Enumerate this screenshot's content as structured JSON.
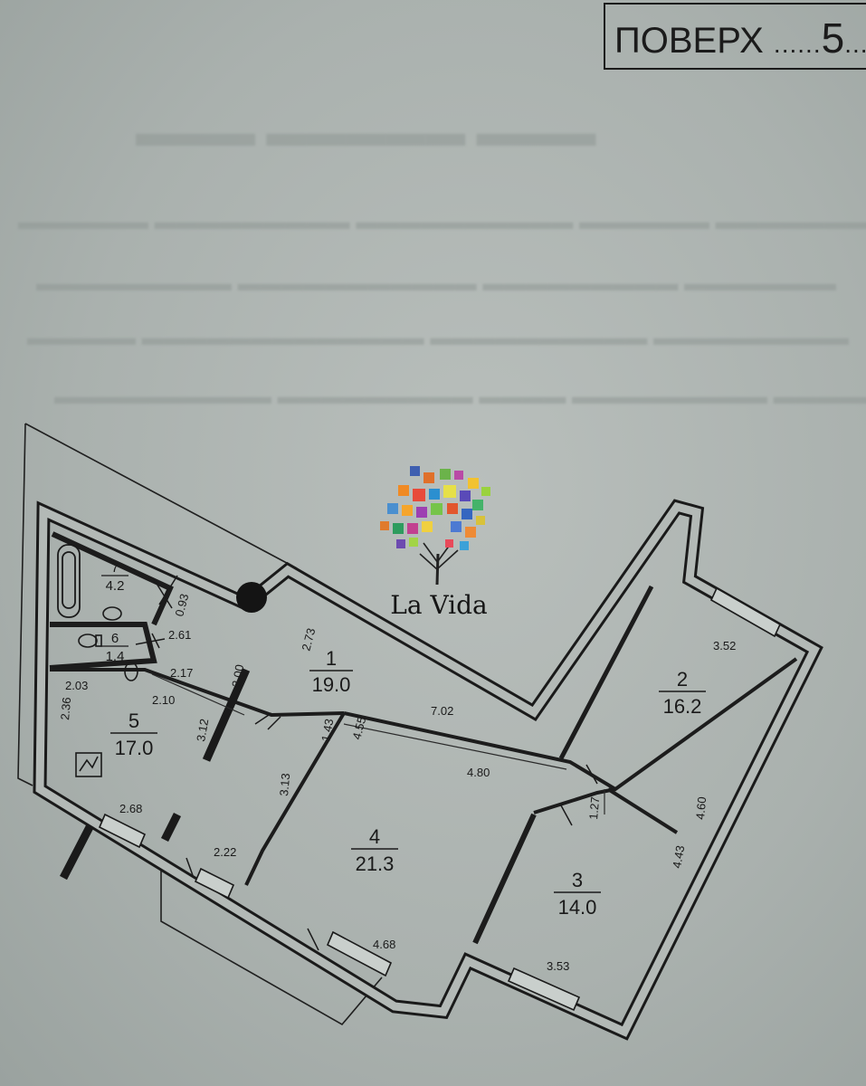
{
  "floor": {
    "label": "ПОВЕРХ",
    "dots_left": "......",
    "number": "5",
    "dots_right": "....."
  },
  "logo": {
    "text": "La Vida"
  },
  "rooms": [
    {
      "num": "1",
      "area": "19.0"
    },
    {
      "num": "2",
      "area": "16.2"
    },
    {
      "num": "3",
      "area": "14.0"
    },
    {
      "num": "4",
      "area": "21.3"
    },
    {
      "num": "5",
      "area": "17.0"
    },
    {
      "num": "6",
      "area": "1.4"
    },
    {
      "num": "7",
      "area": "4.2"
    }
  ],
  "dimensions": {
    "d_0_93": "0.93",
    "d_2_61": "2.61",
    "d_2_73": "2.73",
    "d_2_17": "2.17",
    "d_2_00": "2.00",
    "d_2_03": "2.03",
    "d_2_10": "2.10",
    "d_2_36": "2.36",
    "d_3_12": "3.12",
    "d_1_43": "1.43",
    "d_4_55": "4.55",
    "d_7_02": "7.02",
    "d_3_52": "3.52",
    "d_4_80": "4.80",
    "d_3_13": "3.13",
    "d_1_27": "1.27",
    "d_4_60": "4.60",
    "d_4_43": "4.43",
    "d_2_68": "2.68",
    "d_2_22": "2.22",
    "d_4_68": "4.68",
    "d_3_53": "3.53"
  }
}
